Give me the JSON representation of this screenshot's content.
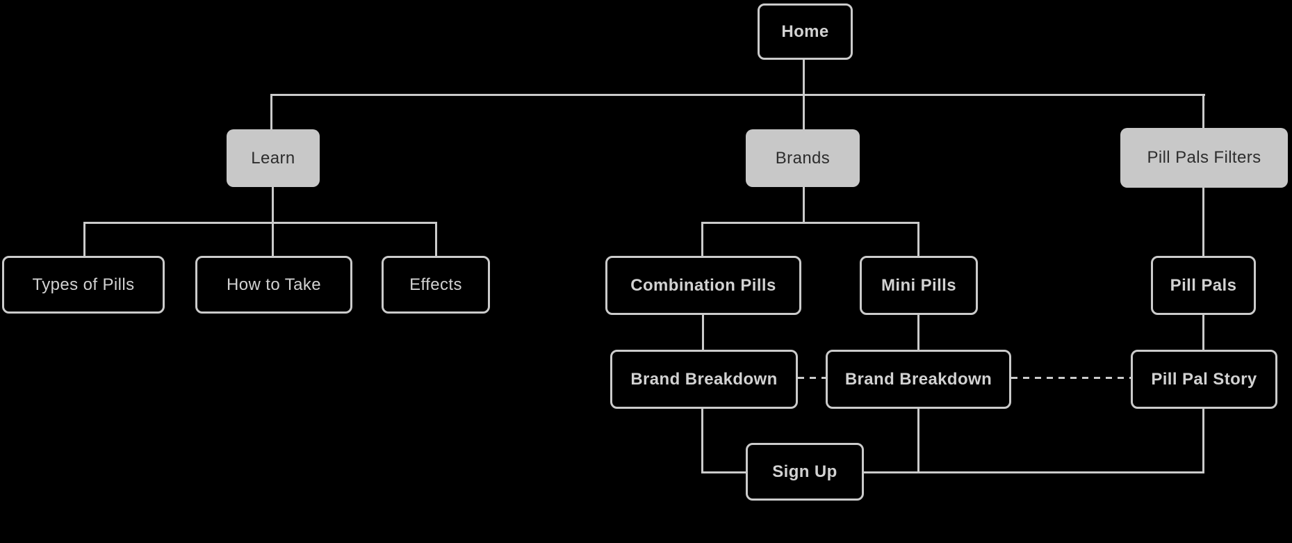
{
  "diagram": {
    "type": "sitemap-flowchart",
    "nodes": {
      "home": {
        "label": "Home"
      },
      "learn": {
        "label": "Learn"
      },
      "brands": {
        "label": "Brands"
      },
      "pill_pals_filters": {
        "label": "Pill Pals Filters",
        "label_light": "Pill Pals",
        "label_medium": "Filters"
      },
      "types_of_pills": {
        "label": "Types of Pills"
      },
      "how_to_take": {
        "label": "How to Take"
      },
      "effects": {
        "label": "Effects"
      },
      "combination_pills": {
        "label": "Combination Pills"
      },
      "mini_pills": {
        "label": "Mini Pills"
      },
      "brand_breakdown_1": {
        "label": "Brand Breakdown"
      },
      "brand_breakdown_2": {
        "label": "Brand Breakdown"
      },
      "pill_pals": {
        "label": "Pill Pals"
      },
      "pill_pal_story": {
        "label": "Pill Pal Story"
      },
      "sign_up": {
        "label": "Sign Up"
      }
    },
    "edges": {
      "solid": [
        "home-learn",
        "home-brands",
        "home-pill_pals_filters",
        "learn-types_of_pills",
        "learn-how_to_take",
        "learn-effects",
        "brands-combination_pills",
        "brands-mini_pills",
        "combination_pills-brand_breakdown_1",
        "mini_pills-brand_breakdown_2",
        "pill_pals_filters-pill_pals",
        "pill_pals-pill_pal_story",
        "brand_breakdown_1-sign_up",
        "brand_breakdown_2-sign_up",
        "pill_pal_story-sign_up"
      ],
      "dashed": [
        "brand_breakdown_1-brand_breakdown_2",
        "brand_breakdown_2-pill_pal_story"
      ]
    },
    "theme": {
      "background": "#000000",
      "line_color": "#cbcbcb",
      "box_border_color": "#cbcbcb",
      "box_text_color": "#d2d2d2",
      "filled_box_color": "#c8c8c8",
      "filled_box_text_color": "#2d2d2d"
    }
  }
}
